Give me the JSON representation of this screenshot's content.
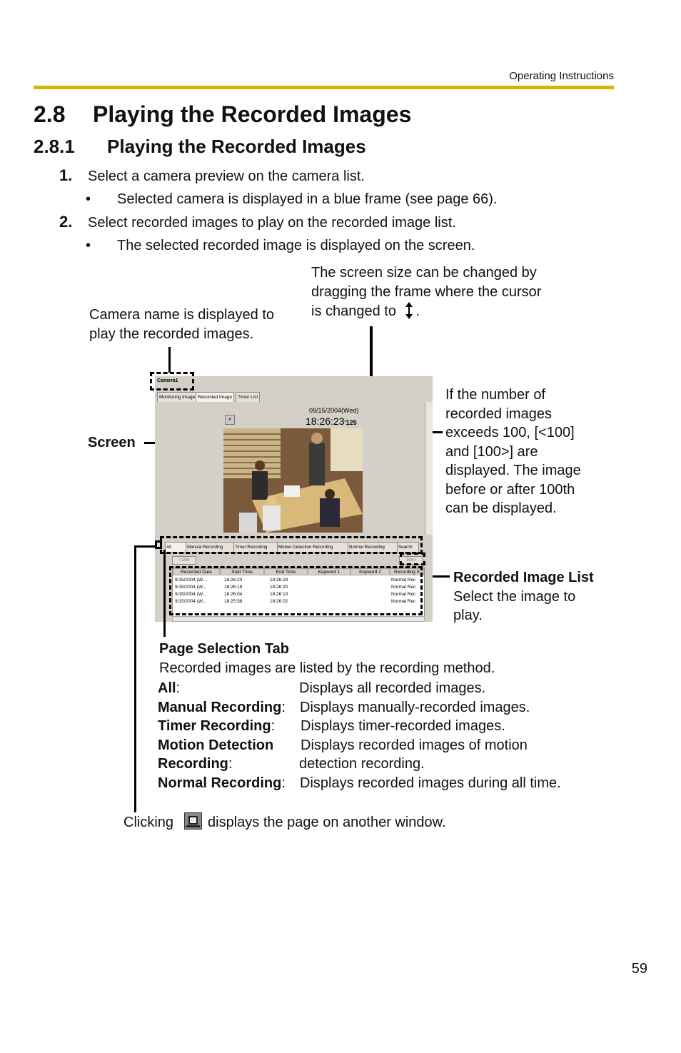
{
  "header": {
    "running_title": "Operating Instructions",
    "page_number": "59"
  },
  "section": {
    "number": "2.8",
    "title": "Playing the Recorded Images"
  },
  "subsection": {
    "number": "2.8.1",
    "title": "Playing the Recorded Images"
  },
  "steps": [
    {
      "num": "1.",
      "text": "Select a camera preview on the camera list.",
      "bullet": "Selected camera is displayed in a blue frame (see page 66)."
    },
    {
      "num": "2.",
      "text": "Select recorded images to play on the recorded image list.",
      "bullet": "The selected recorded image is displayed on the screen."
    }
  ],
  "bullet_symbol": "•",
  "callouts": {
    "resize": [
      "The screen size can be changed by",
      "dragging the frame where the cursor",
      "is changed to"
    ],
    "resize_tail": ".",
    "camera_name": [
      "Camera name is displayed to",
      "play the recorded images."
    ],
    "screen_label": "Screen",
    "page_nav": [
      "If the number of",
      "recorded images",
      "exceeds 100, [<100]",
      "and [100>] are",
      "displayed. The image",
      "before or after 100th",
      "can be displayed."
    ],
    "list_title": "Recorded Image List",
    "list_desc": [
      "Select the image to",
      "play."
    ],
    "tab_title": "Page Selection Tab",
    "tab_desc": "Recorded images are listed by the recording method.",
    "tab_items": [
      {
        "term": "All",
        "sep": ":",
        "desc": "Displays all recorded images."
      },
      {
        "term": "Manual Recording",
        "sep": ":",
        "desc": "Displays manually-recorded images."
      },
      {
        "term": "Timer Recording",
        "sep": ":",
        "desc": "Displays timer-recorded images."
      },
      {
        "term": "Motion Detection",
        "sep": "",
        "desc": "Displays recorded images of motion"
      },
      {
        "term": "Recording",
        "sep": ":",
        "desc": "detection recording."
      },
      {
        "term": "Normal Recording",
        "sep": ":",
        "desc": "Displays recorded images during all time."
      }
    ],
    "clicking_pre": "Clicking",
    "clicking_post": "displays the page on another window."
  },
  "screenshot": {
    "camera_title": "Camera1",
    "top_tabs": [
      "Monitoring Image",
      "Recorded Image",
      "Timer List"
    ],
    "date": "09/15/2004(Wed)",
    "time": "18:26:23",
    "time_suffix": "'125",
    "list_tabs": [
      "All",
      "Manual Recording",
      "Timer Recording",
      "Motion Detection Recording",
      "Normal Recording",
      "Search"
    ],
    "nav_prev": "<100",
    "nav_next": "100>",
    "columns": [
      "Recorded Date",
      "Start Time",
      "End Time",
      "Keyword 1",
      "Keyword 2",
      "Recording S"
    ],
    "rows": [
      [
        "9/15/2004 (W...",
        "18:26:23",
        "18:26:24",
        "",
        "",
        "Normal Rec"
      ],
      [
        "9/15/2004 (W...",
        "18:26:19",
        "18:26:20",
        "",
        "",
        "Normal Rec"
      ],
      [
        "9/15/2004 (W...",
        "18:26:04",
        "18:26:13",
        "",
        "",
        "Normal Rec"
      ],
      [
        "9/15/2004 (W...",
        "18:25:58",
        "18:26:02",
        "",
        "",
        "Normal Rec"
      ]
    ]
  },
  "icons": {
    "resize_cursor": "vertical-resize-arrow-icon",
    "new_window": "new-window-icon",
    "camera": "camera-icon"
  }
}
